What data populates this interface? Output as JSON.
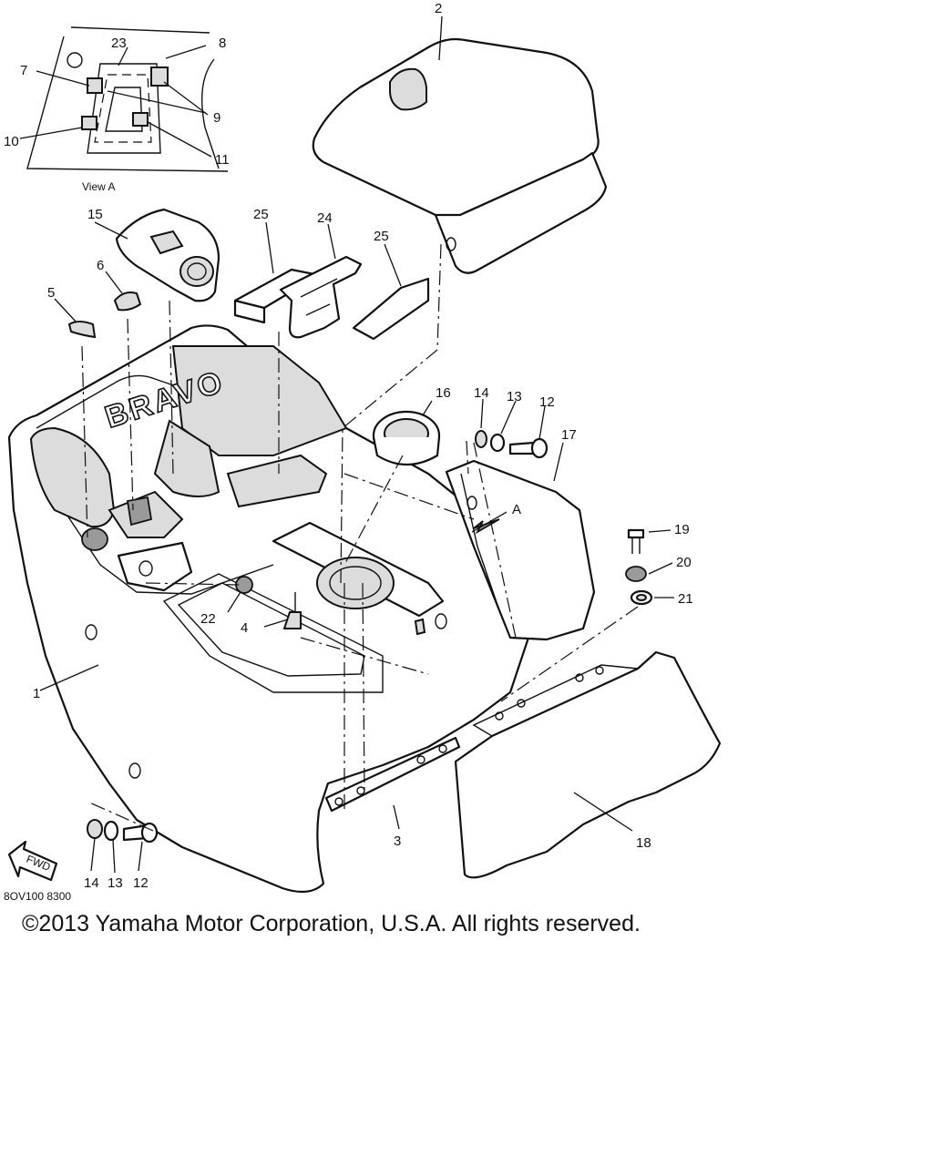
{
  "callouts": {
    "c1": "1",
    "c2": "2",
    "c3": "3",
    "c4": "4",
    "c5": "5",
    "c6": "6",
    "c7": "7",
    "c8": "8",
    "c9": "9",
    "c10": "10",
    "c11": "11",
    "c12a": "12",
    "c13a": "13",
    "c14a": "14",
    "c12b": "12",
    "c13b": "13",
    "c14b": "14",
    "c15": "15",
    "c16": "16",
    "c17": "17",
    "c18": "18",
    "c19": "19",
    "c20": "20",
    "c21": "21",
    "c22": "22",
    "c23": "23",
    "c24": "24",
    "c25a": "25",
    "c25b": "25"
  },
  "view_a_label": "View A",
  "arrow_a_label": "A",
  "brand_text": "BRAVO",
  "fwd_label": "FWD",
  "diagram_code": "8OV100 8300",
  "copyright": "©2013 Yamaha Motor Corporation, U.S.A. All rights reserved."
}
